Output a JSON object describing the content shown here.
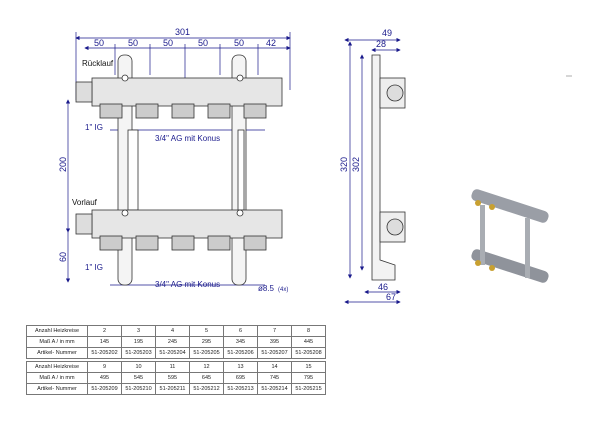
{
  "drawing": {
    "dims_top": {
      "total": "301",
      "segments": [
        "50",
        "50",
        "50",
        "50",
        "50",
        "42"
      ]
    },
    "labels": {
      "return": "Rücklauf",
      "supply": "Vorlauf",
      "ig_top": "1\" IG",
      "ig_bottom": "1\" IG",
      "ag_top": "3/4\" AG mit Konus",
      "ag_bottom": "3/4\" AG mit Konus",
      "hole": "ø8.5",
      "hole_count": "(4x)"
    },
    "dims_left": {
      "height": "200",
      "offset": "60"
    },
    "side": {
      "w1": "49",
      "w2": "28",
      "h1": "320",
      "h2": "302",
      "b1": "46",
      "b2": "67"
    }
  },
  "table": {
    "rows_label": [
      "Anzahl Heizkreise",
      "Maß A / in mm",
      "Artikel- Nummer"
    ],
    "block1": {
      "circuits": [
        "2",
        "3",
        "4",
        "5",
        "6",
        "7",
        "8"
      ],
      "size": [
        "145",
        "195",
        "245",
        "295",
        "345",
        "395",
        "445"
      ],
      "article": [
        "51-205202",
        "51-205203",
        "51-205204",
        "51-205205",
        "51-205206",
        "51-205207",
        "51-205208"
      ]
    },
    "block2": {
      "circuits": [
        "9",
        "10",
        "11",
        "12",
        "13",
        "14",
        "15"
      ],
      "size": [
        "495",
        "545",
        "595",
        "645",
        "695",
        "745",
        "795"
      ],
      "article": [
        "51-205209",
        "51-205210",
        "51-205211",
        "51-205212",
        "51-205213",
        "51-205214",
        "51-205215"
      ]
    }
  }
}
